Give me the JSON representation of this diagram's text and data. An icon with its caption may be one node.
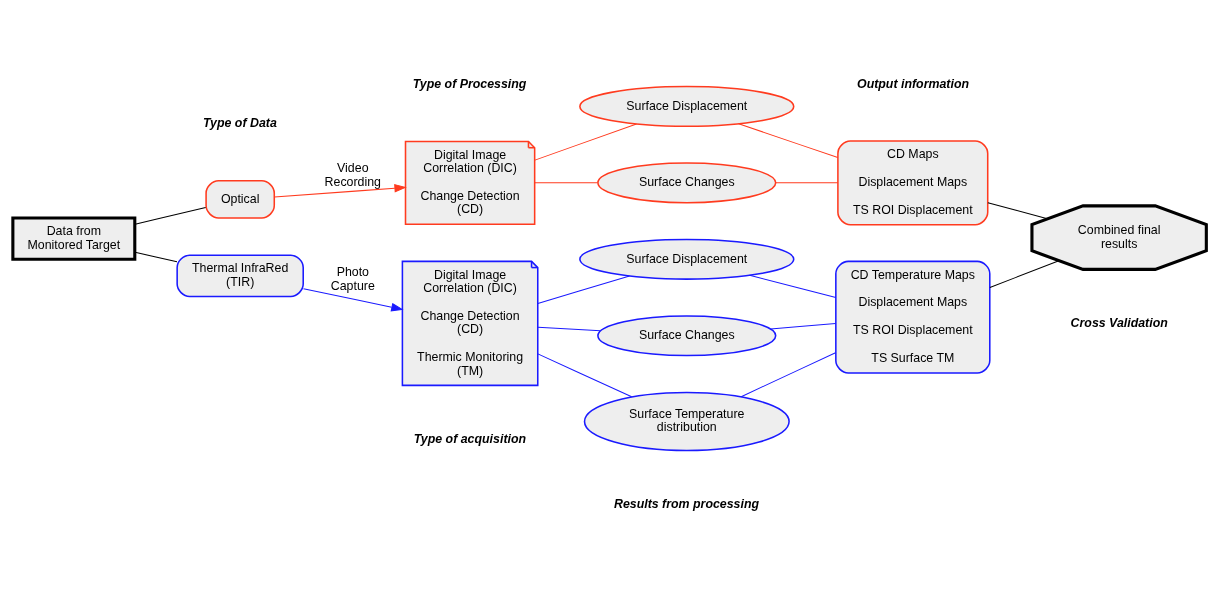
{
  "diagram": {
    "nodes": [
      {
        "text": [
          "Data from Monitored Target"
        ]
      },
      {
        "text": [
          "Optical"
        ]
      },
      {
        "text": [
          "Thermal InfraRed (TIR)"
        ]
      },
      {
        "text": [
          "Digital Image Correlation (DIC)",
          "Change Detection (CD)"
        ]
      },
      {
        "text": [
          "Digital Image Correlation (DIC)",
          "Change Detection (CD)",
          "Thermic Monitoring (TM)"
        ]
      },
      {
        "text": [
          "Surface Displacement"
        ]
      },
      {
        "text": [
          "Surface Changes"
        ]
      },
      {
        "text": [
          "Surface Displacement"
        ]
      },
      {
        "text": [
          "Surface Changes"
        ]
      },
      {
        "text": [
          "Surface Temperature distribution"
        ]
      },
      {
        "text": [
          "CD Maps",
          "Displacement Maps",
          "TS ROI Displacement"
        ]
      },
      {
        "text": [
          "CD Temperature Maps",
          "Displacement Maps",
          "TS ROI Displacement",
          "TS Surface TM"
        ]
      },
      {
        "text": [
          "Combined final results"
        ]
      }
    ],
    "edges": [
      {
        "from": 0,
        "to": 1,
        "arrow": "none",
        "color": "#000000"
      },
      {
        "from": 0,
        "to": 2,
        "arrow": "none",
        "color": "#000000"
      },
      {
        "from": 1,
        "to": 3,
        "arrow": "to",
        "label": "Video Recording",
        "color": "#ff3b1f"
      },
      {
        "from": 2,
        "to": 4,
        "arrow": "to",
        "label": "Photo Capture",
        "color": "#1a1aff"
      },
      {
        "from": 3,
        "to": 5,
        "arrow": "none",
        "color": "#ff3b1f"
      },
      {
        "from": 3,
        "to": 6,
        "arrow": "none",
        "color": "#ff3b1f"
      },
      {
        "from": 4,
        "to": 7,
        "arrow": "none",
        "color": "#1a1aff"
      },
      {
        "from": 4,
        "to": 8,
        "arrow": "none",
        "color": "#1a1aff"
      },
      {
        "from": 4,
        "to": 9,
        "arrow": "none",
        "color": "#1a1aff"
      },
      {
        "from": 5,
        "to": 10,
        "arrow": "none",
        "color": "#ff3b1f"
      },
      {
        "from": 6,
        "to": 10,
        "arrow": "none",
        "color": "#ff3b1f"
      },
      {
        "from": 7,
        "to": 11,
        "arrow": "none",
        "color": "#1a1aff"
      },
      {
        "from": 8,
        "to": 11,
        "arrow": "none",
        "color": "#1a1aff"
      },
      {
        "from": 9,
        "to": 11,
        "arrow": "none",
        "color": "#1a1aff"
      },
      {
        "from": 10,
        "to": 12,
        "arrow": "none",
        "color": "#000000"
      },
      {
        "from": 11,
        "to": 12,
        "arrow": "none",
        "color": "#000000"
      }
    ],
    "labels": [
      "Type of Data",
      "Type of Processing",
      "Output information",
      "Type of acquisition",
      "Results from processing",
      "Cross Validation"
    ]
  }
}
